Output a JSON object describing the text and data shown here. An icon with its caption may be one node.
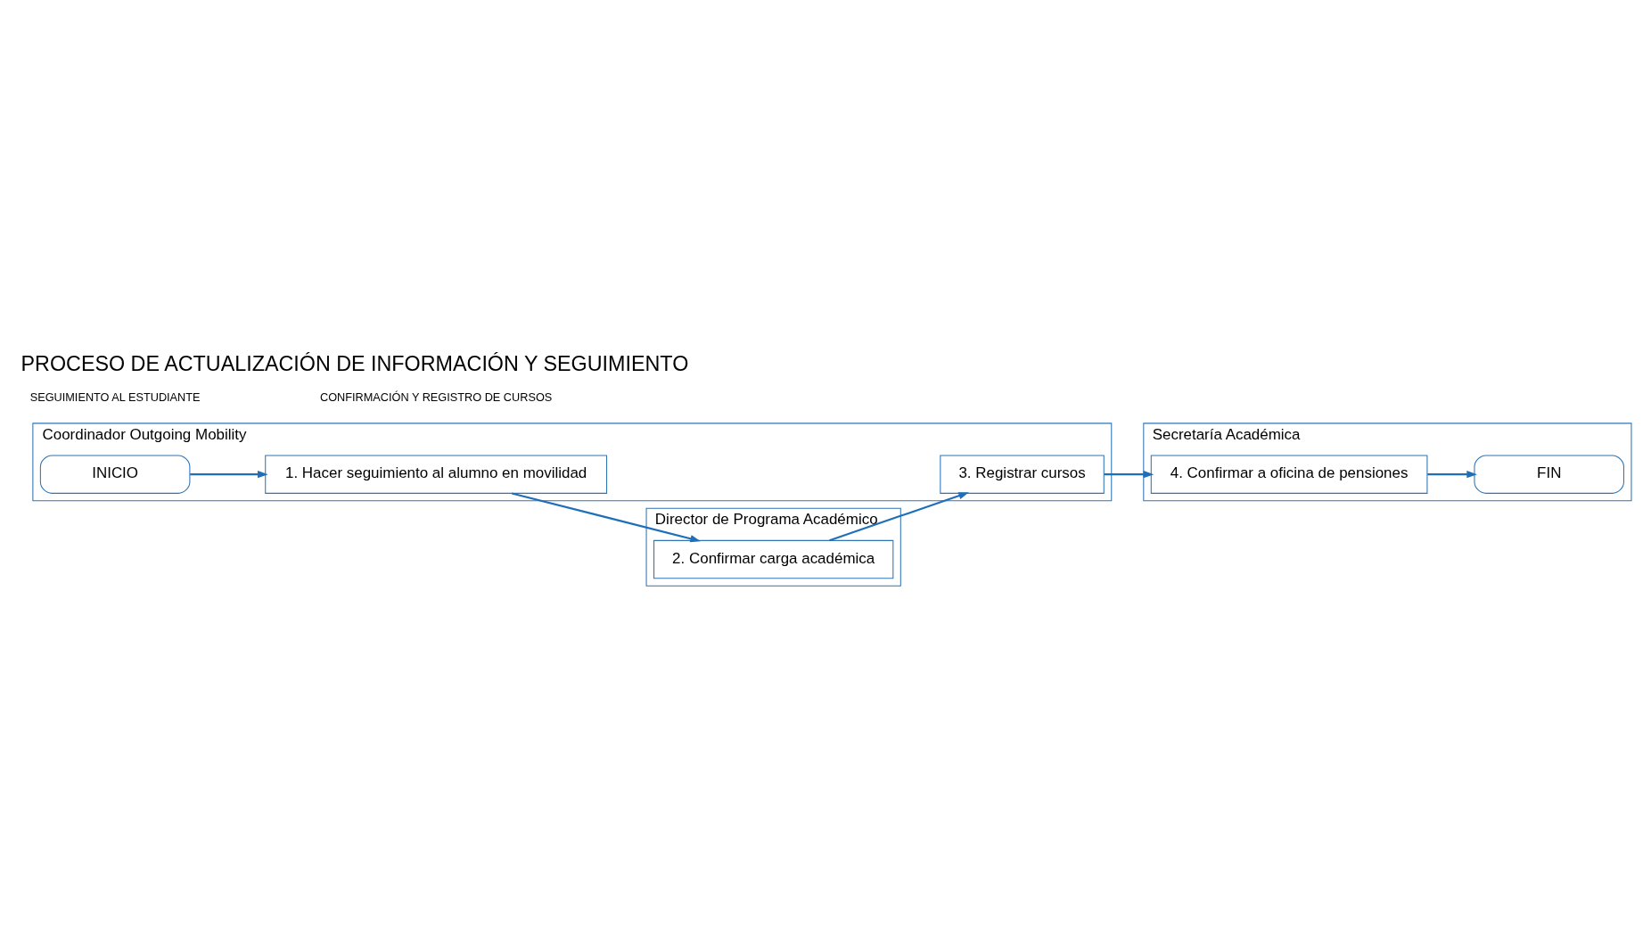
{
  "diagram": {
    "title": "PROCESO DE ACTUALIZACIÓN DE INFORMACIÓN Y SEGUIMIENTO",
    "nodes": [
      {
        "text": [
          "Coordinador Outgoing Mobility"
        ]
      },
      {
        "text": [
          "INICIO"
        ],
        "in": 0
      },
      {
        "text": [
          "1. Hacer seguimiento al alumno en movilidad"
        ],
        "in": 0
      },
      {
        "text": [
          "3. Registrar cursos"
        ],
        "in": 0
      },
      {
        "text": [
          "Director de Programa Académico"
        ]
      },
      {
        "text": [
          "2. Confirmar carga académica"
        ],
        "in": 4
      },
      {
        "text": [
          "Secretaría Académica"
        ]
      },
      {
        "text": [
          "4. Confirmar a oficina de pensiones"
        ],
        "in": 6
      },
      {
        "text": [
          "FIN"
        ],
        "in": 6
      }
    ],
    "edges": [
      {
        "from": 1,
        "to": 2,
        "arrow": "to"
      },
      {
        "from": 2,
        "to": 5,
        "arrow": "to"
      },
      {
        "from": 5,
        "to": 3,
        "arrow": "to"
      },
      {
        "from": 3,
        "to": 7,
        "arrow": "to"
      },
      {
        "from": 7,
        "to": 8,
        "arrow": "to"
      }
    ],
    "labels": [
      "SEGUIMIENTO AL ESTUDIANTE",
      "CONFIRMACIÓN Y REGISTRO DE CURSOS"
    ]
  }
}
